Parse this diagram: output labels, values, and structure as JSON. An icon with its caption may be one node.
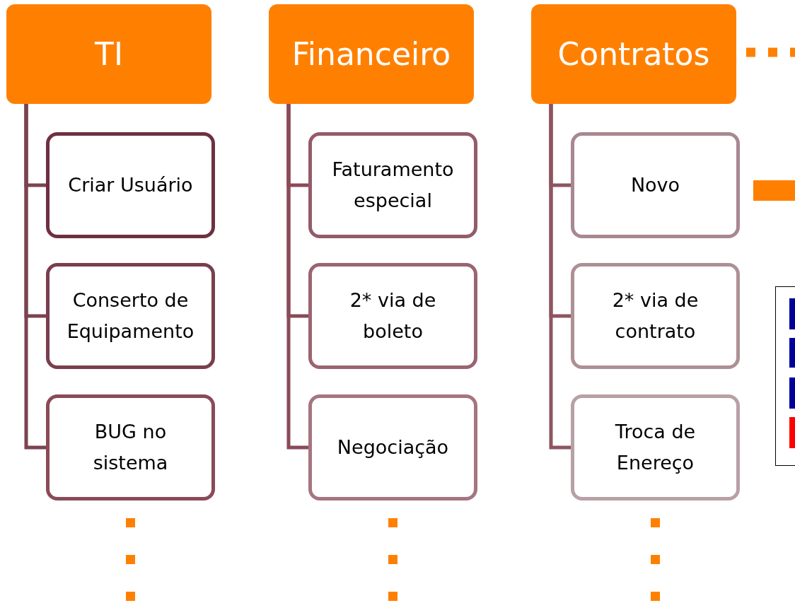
{
  "diagram": {
    "nodes": [
      {
        "text": [
          "TI"
        ]
      },
      {
        "text": [
          "Criar Usuário"
        ]
      },
      {
        "text": [
          "Conserto de Equipamento"
        ]
      },
      {
        "text": [
          "BUG no sistema"
        ]
      },
      {
        "text": [
          "Financeiro"
        ]
      },
      {
        "text": [
          "Faturamento especial"
        ]
      },
      {
        "text": [
          "2* via de boleto"
        ]
      },
      {
        "text": [
          "Negociação"
        ]
      },
      {
        "text": [
          "Contratos"
        ]
      },
      {
        "text": [
          "Novo"
        ]
      },
      {
        "text": [
          "2* via de contrato"
        ]
      },
      {
        "text": [
          "Troca de Enereço"
        ]
      }
    ],
    "edges": [
      {
        "from": 0,
        "to": 1,
        "arrow": "none",
        "color": "#7b4350"
      },
      {
        "from": 0,
        "to": 2,
        "arrow": "none",
        "color": "#7b4350"
      },
      {
        "from": 0,
        "to": 3,
        "arrow": "none",
        "color": "#7b4350"
      },
      {
        "from": 4,
        "to": 5,
        "arrow": "none",
        "color": "#8a4a58"
      },
      {
        "from": 4,
        "to": 6,
        "arrow": "none",
        "color": "#8a4a58"
      },
      {
        "from": 4,
        "to": 7,
        "arrow": "none",
        "color": "#8a4a58"
      },
      {
        "from": 8,
        "to": 9,
        "arrow": "none",
        "color": "#8e5560"
      },
      {
        "from": 8,
        "to": 10,
        "arrow": "none",
        "color": "#8e5560"
      },
      {
        "from": 8,
        "to": 11,
        "arrow": "none",
        "color": "#8e5560"
      },
      {
        "from": 3,
        "to": null,
        "arrow": "none",
        "style": "dashed",
        "color": "#ff8000"
      },
      {
        "from": 7,
        "to": null,
        "arrow": "none",
        "style": "dashed",
        "color": "#ff8000"
      },
      {
        "from": 11,
        "to": null,
        "arrow": "none",
        "style": "dashed",
        "color": "#ff8000"
      },
      {
        "from": 8,
        "to": null,
        "arrow": "none",
        "style": "dashed",
        "color": "#ff8000"
      }
    ]
  }
}
